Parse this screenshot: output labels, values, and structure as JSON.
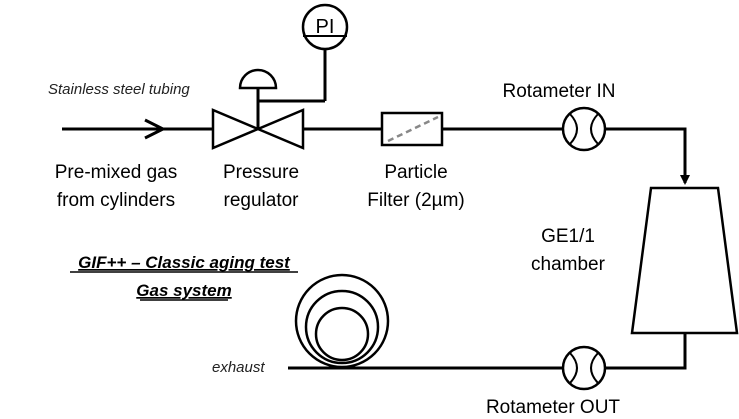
{
  "tubing_label": "Stainless steel tubing",
  "gas_source": {
    "line1": "Pre-mixed gas",
    "line2": "from cylinders"
  },
  "regulator": {
    "line1": "Pressure",
    "line2": "regulator"
  },
  "gauge_label": "PI",
  "filter": {
    "line1": "Particle",
    "line2": "Filter (2µm)"
  },
  "rotameter_in": "Rotameter IN",
  "chamber": {
    "line1": "GE1/1",
    "line2": "chamber"
  },
  "rotameter_out": "Rotameter OUT",
  "exhaust": "exhaust",
  "title": {
    "line1": "GIF++ – Classic aging test",
    "line2": "Gas system"
  }
}
